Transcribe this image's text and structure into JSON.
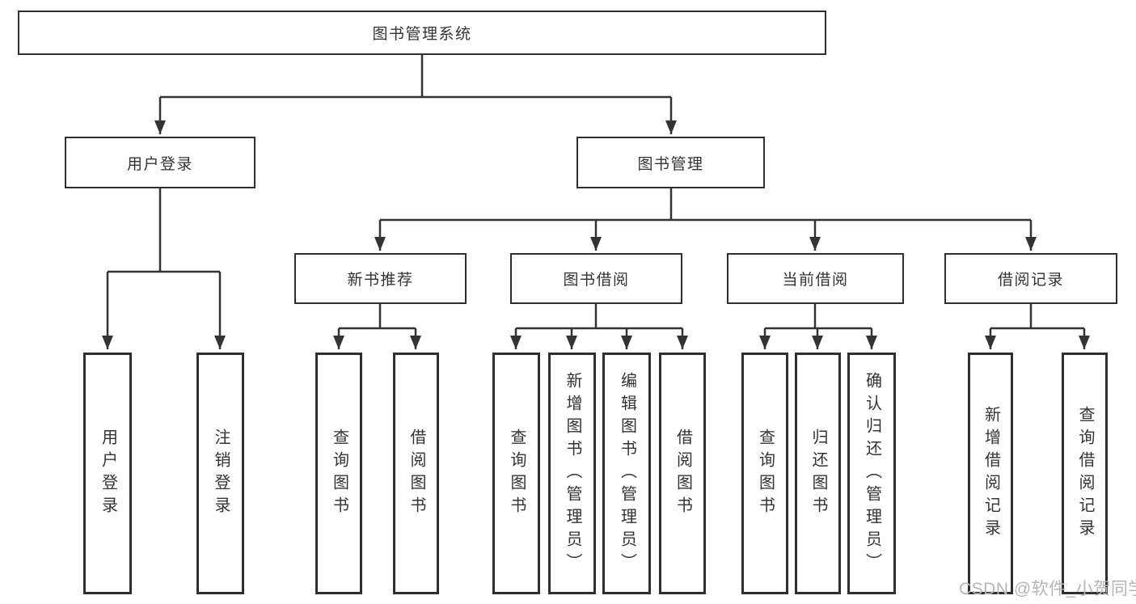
{
  "diagram": {
    "root": {
      "label": "图书管理系统"
    },
    "children": [
      {
        "label": "用户登录",
        "children": [
          {
            "label": "用户登录"
          },
          {
            "label": "注销登录"
          }
        ]
      },
      {
        "label": "图书管理",
        "children": [
          {
            "label": "新书推荐",
            "children": [
              {
                "label": "查询图书"
              },
              {
                "label": "借阅图书"
              }
            ]
          },
          {
            "label": "图书借阅",
            "children": [
              {
                "label": "查询图书"
              },
              {
                "label": "新增图书（管理员）"
              },
              {
                "label": "编辑图书（管理员）"
              },
              {
                "label": "借阅图书"
              }
            ]
          },
          {
            "label": "当前借阅",
            "children": [
              {
                "label": "查询图书"
              },
              {
                "label": "归还图书"
              },
              {
                "label": "确认归还（管理员）"
              }
            ]
          },
          {
            "label": "借阅记录",
            "children": [
              {
                "label": "新增借阅记录"
              },
              {
                "label": "查询借阅记录"
              }
            ]
          }
        ]
      }
    ]
  },
  "watermark": {
    "text": "CSDN @软件_小贺同学"
  },
  "colors": {
    "line": "#333333",
    "border": "#2f2f2f",
    "text": "#333333",
    "background": "#ffffff",
    "watermark": "#b5b5b5"
  }
}
